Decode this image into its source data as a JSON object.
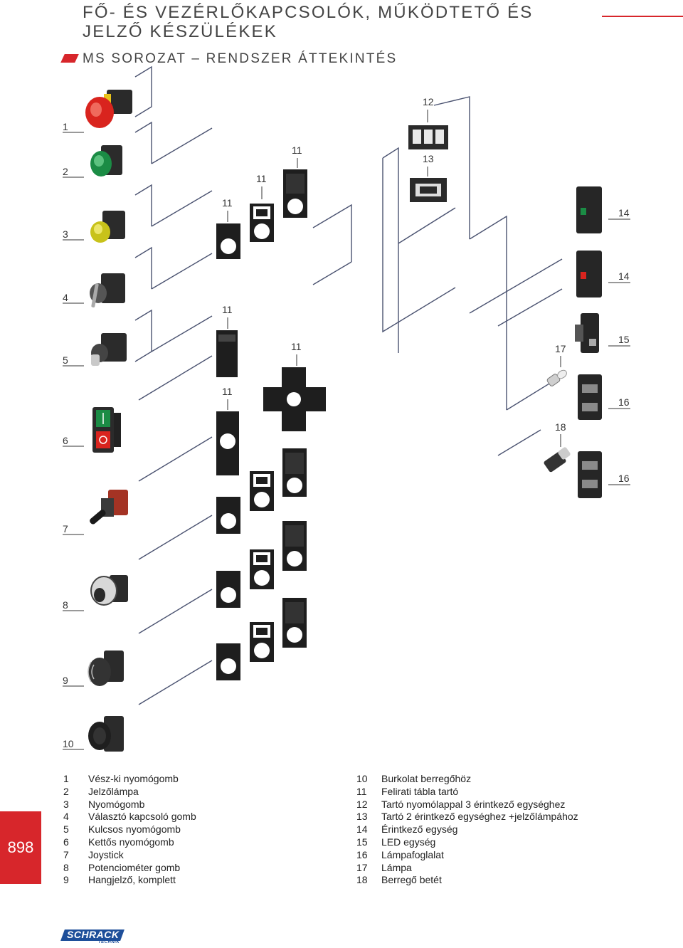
{
  "header": {
    "title_line1": "FŐ- ÉS VEZÉRLŐKAPCSOLÓK, MŰKÖDTETŐ ÉS",
    "title_line2": "JELZŐ KÉSZÜLÉKEK",
    "subtitle": "MS SOROZAT – RENDSZER ÁTTEKINTÉS",
    "accent_color": "#d7262b"
  },
  "callouts": {
    "left": [
      "1",
      "2",
      "3",
      "4",
      "5",
      "6",
      "7",
      "8",
      "9",
      "10"
    ],
    "plate": "11",
    "right": [
      "12",
      "13",
      "14",
      "14",
      "15",
      "16",
      "16",
      "17",
      "18"
    ]
  },
  "page_number": "898",
  "legend_left": [
    {
      "num": "1",
      "text": "Vész-ki nyomógomb"
    },
    {
      "num": "2",
      "text": "Jelzőlámpa"
    },
    {
      "num": "3",
      "text": "Nyomógomb"
    },
    {
      "num": "4",
      "text": "Választó kapcsoló gomb"
    },
    {
      "num": "5",
      "text": "Kulcsos nyomógomb"
    },
    {
      "num": "6",
      "text": "Kettős nyomógomb"
    },
    {
      "num": "7",
      "text": "Joystick"
    },
    {
      "num": "8",
      "text": "Potenciométer gomb"
    },
    {
      "num": "9",
      "text": "Hangjelző, komplett"
    }
  ],
  "legend_right": [
    {
      "num": "10",
      "text": "Burkolat berregőhöz"
    },
    {
      "num": "11",
      "text": "Felirati tábla tartó"
    },
    {
      "num": "12",
      "text": "Tartó nyomólappal 3 érintkező egységhez"
    },
    {
      "num": "13",
      "text": "Tartó 2 érintkező egységhez +jelzőlámpához"
    },
    {
      "num": "14",
      "text": "Érintkező egység"
    },
    {
      "num": "15",
      "text": "LED egység"
    },
    {
      "num": "16",
      "text": "Lámpafoglalat"
    },
    {
      "num": "17",
      "text": "Lámpa"
    },
    {
      "num": "18",
      "text": "Berregő betét"
    }
  ],
  "logo": {
    "word": "SCHRACK",
    "sub": "TECHNIK",
    "color": "#1e4f9a"
  }
}
